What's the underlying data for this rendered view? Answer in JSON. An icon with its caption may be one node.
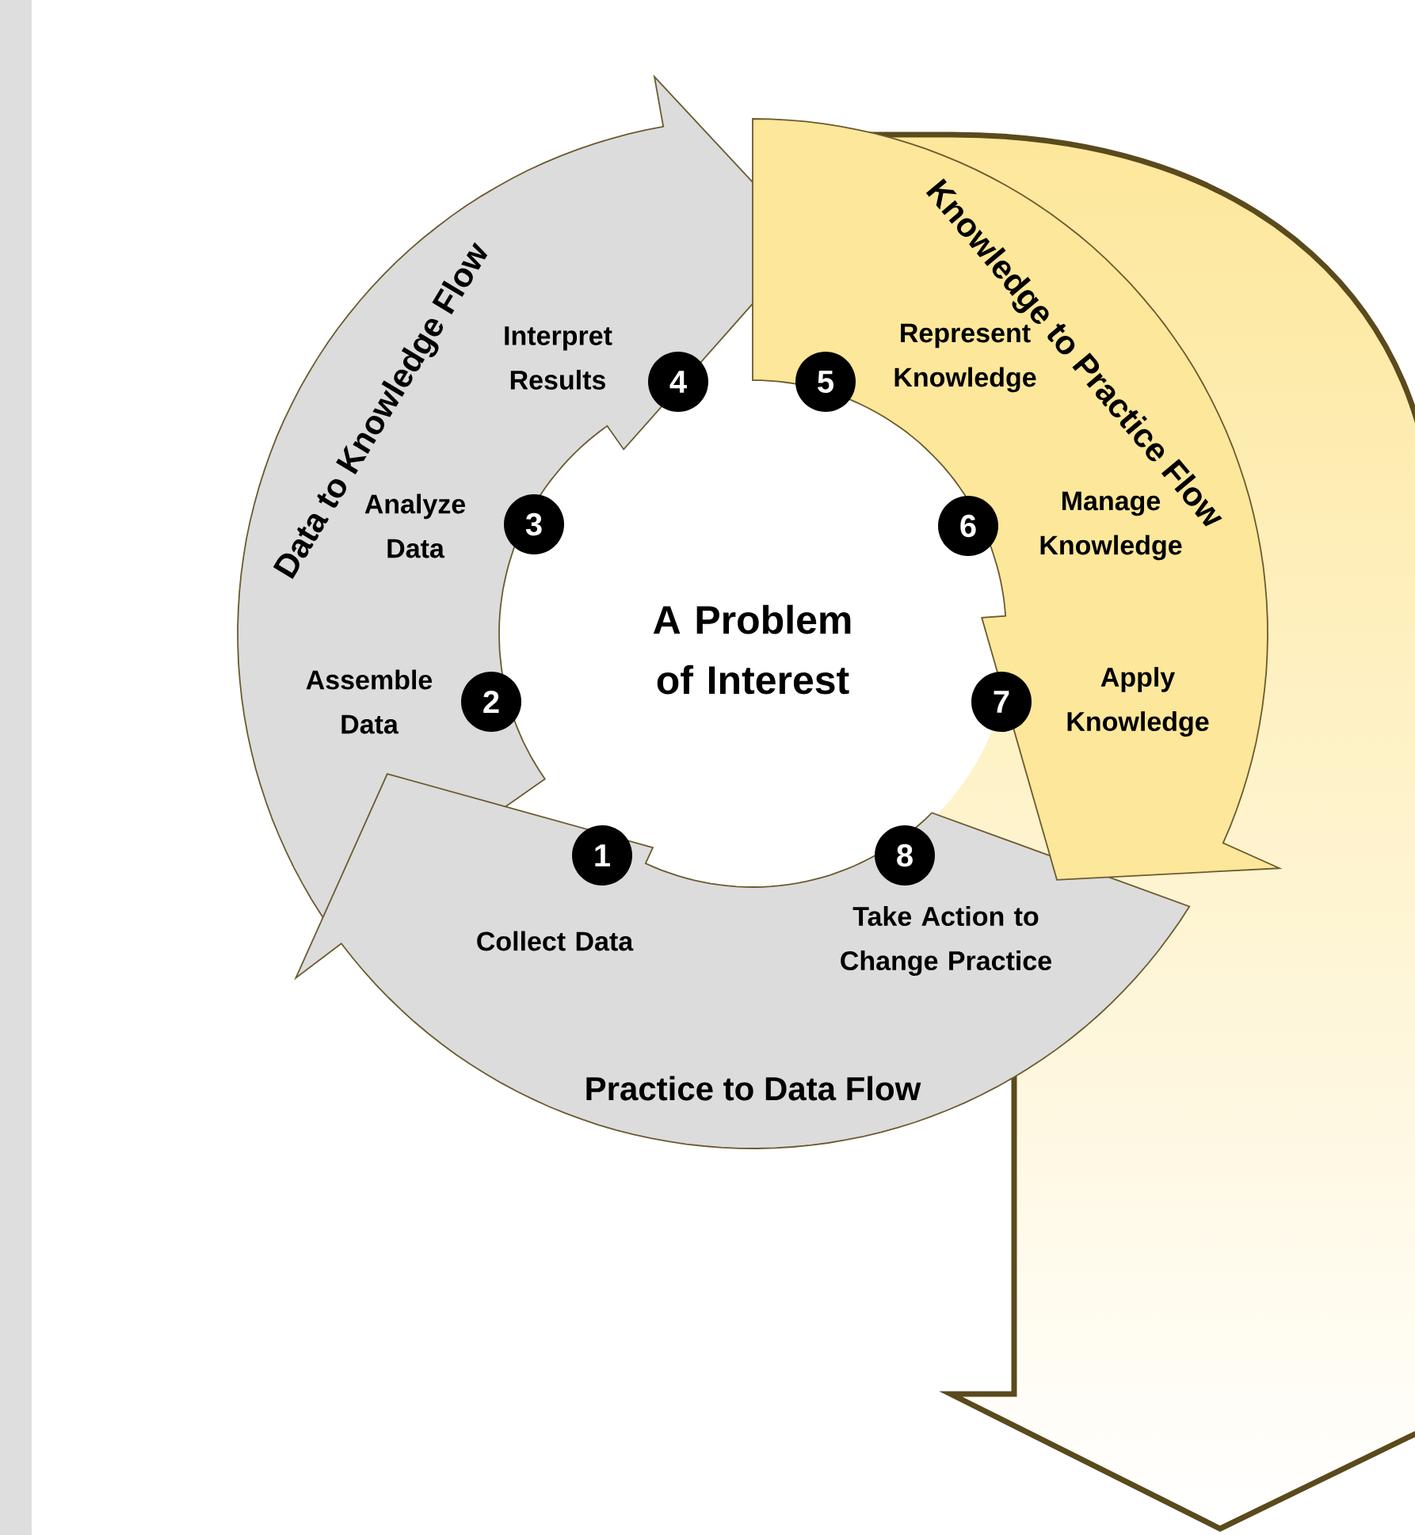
{
  "diagram": {
    "nodes": [
      {
        "text": [
          "Data to Knowledge Flow"
        ]
      },
      {
        "text": [
          "2"
        ],
        "beside": [
          "Assemble Data"
        ],
        "in": 0
      },
      {
        "text": [
          "3"
        ],
        "beside": [
          "Analyze Data"
        ],
        "in": 0
      },
      {
        "text": [
          "4"
        ],
        "beside": [
          "Interpret Results"
        ],
        "in": 0
      },
      {
        "text": [
          "Knowledge to Practice Flow"
        ]
      },
      {
        "text": [
          "5"
        ],
        "beside": [
          "Represent Knowledge"
        ],
        "in": 4
      },
      {
        "text": [
          "6"
        ],
        "beside": [
          "Manage Knowledge"
        ],
        "in": 4
      },
      {
        "text": [
          "7"
        ],
        "beside": [
          "Apply Knowledge"
        ],
        "in": 4
      },
      {
        "text": [
          "Practice to Data Flow"
        ]
      },
      {
        "text": [
          "1"
        ],
        "beside": [
          "Collect Data"
        ],
        "in": 8
      },
      {
        "text": [
          "8"
        ],
        "beside": [
          "Take Action to Change Practice"
        ],
        "in": 8
      }
    ],
    "labels": [
      "A Problem of Interest"
    ]
  }
}
